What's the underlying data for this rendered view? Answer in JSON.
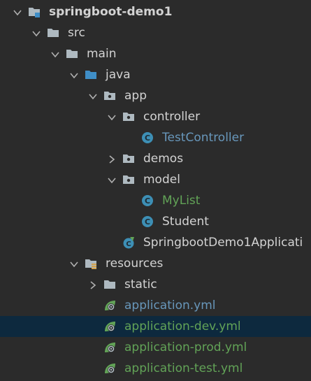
{
  "project": {
    "title": "Project Tree",
    "colors": {
      "background": "#2b2b2b",
      "selection": "#0d293e",
      "text": "#d3d3d3",
      "link_blue": "#6897bb",
      "vcs_green": "#62a357",
      "folder_gray": "#aeb9c0",
      "source_blue": "#3f8ec7",
      "class_blue": "#3d8fb5"
    },
    "rows": [
      {
        "label": "springboot-demo1",
        "depth": 0,
        "chevron": "down",
        "icon": "module-folder-icon",
        "color": "white",
        "bold": true
      },
      {
        "label": "src",
        "depth": 1,
        "chevron": "down",
        "icon": "folder-icon",
        "color": "white"
      },
      {
        "label": "main",
        "depth": 2,
        "chevron": "down",
        "icon": "folder-icon",
        "color": "white"
      },
      {
        "label": "java",
        "depth": 3,
        "chevron": "down",
        "icon": "source-folder-icon",
        "color": "white"
      },
      {
        "label": "app",
        "depth": 4,
        "chevron": "down",
        "icon": "package-icon",
        "color": "white"
      },
      {
        "label": "controller",
        "depth": 5,
        "chevron": "down",
        "icon": "package-icon",
        "color": "white"
      },
      {
        "label": "TestController",
        "depth": 6,
        "chevron": "none",
        "icon": "class-icon",
        "color": "blue"
      },
      {
        "label": "demos",
        "depth": 5,
        "chevron": "right",
        "icon": "package-icon",
        "color": "white"
      },
      {
        "label": "model",
        "depth": 5,
        "chevron": "down",
        "icon": "package-icon",
        "color": "white"
      },
      {
        "label": "MyList",
        "depth": 6,
        "chevron": "none",
        "icon": "class-icon",
        "color": "green"
      },
      {
        "label": "Student",
        "depth": 6,
        "chevron": "none",
        "icon": "class-icon",
        "color": "white"
      },
      {
        "label": "SpringbootDemo1Applicati",
        "depth": 5,
        "chevron": "none",
        "icon": "spring-boot-class-icon",
        "color": "white"
      },
      {
        "label": "resources",
        "depth": 3,
        "chevron": "down",
        "icon": "resources-folder-icon",
        "color": "white"
      },
      {
        "label": "static",
        "depth": 4,
        "chevron": "right",
        "icon": "folder-icon",
        "color": "white"
      },
      {
        "label": "application.yml",
        "depth": 4,
        "chevron": "none",
        "icon": "spring-config-icon",
        "color": "blue"
      },
      {
        "label": "application-dev.yml",
        "depth": 4,
        "chevron": "none",
        "icon": "spring-config-icon",
        "color": "green",
        "selected": true
      },
      {
        "label": "application-prod.yml",
        "depth": 4,
        "chevron": "none",
        "icon": "spring-config-icon",
        "color": "green"
      },
      {
        "label": "application-test.yml",
        "depth": 4,
        "chevron": "none",
        "icon": "spring-config-icon",
        "color": "green"
      }
    ]
  }
}
